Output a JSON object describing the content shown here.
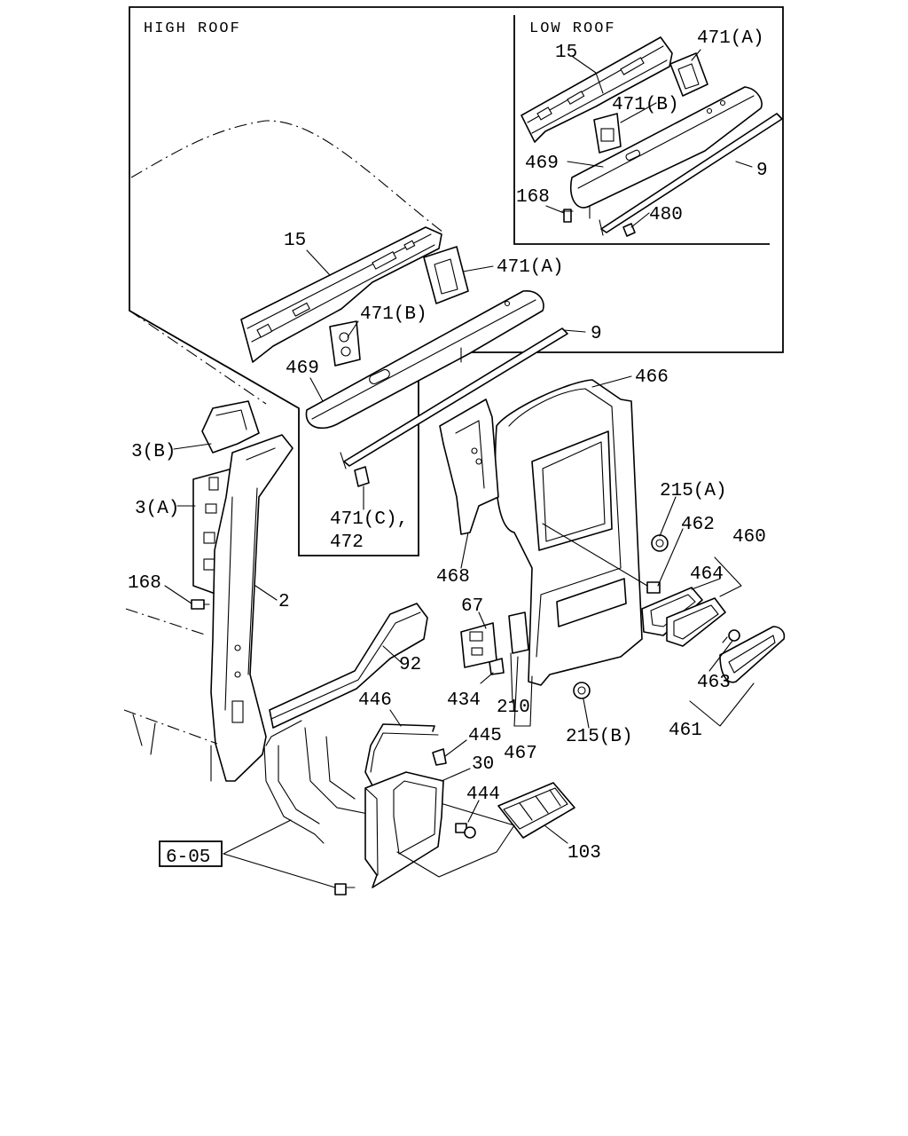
{
  "titles": {
    "high_roof": "HIGH ROOF",
    "low_roof": "LOW ROOF"
  },
  "ref_box": "6-05",
  "labels": {
    "lr_15": "15",
    "lr_471a": "471(A)",
    "lr_471b": "471(B)",
    "lr_469": "469",
    "lr_9": "9",
    "lr_168": "168",
    "lr_480": "480",
    "hr_15": "15",
    "hr_471a": "471(A)",
    "hr_471b": "471(B)",
    "hr_9": "9",
    "hr_469": "469",
    "p466": "466",
    "p3b": "3(B)",
    "p3a": "3(A)",
    "p168": "168",
    "p2": "2",
    "p471c": "471(C),",
    "p472": "472",
    "p468": "468",
    "p215a": "215(A)",
    "p462": "462",
    "p460": "460",
    "p464": "464",
    "p67": "67",
    "p92": "92",
    "p463": "463",
    "p434": "434",
    "p210": "210",
    "p215b": "215(B)",
    "p461": "461",
    "p446": "446",
    "p445": "445",
    "p467": "467",
    "p30": "30",
    "p444": "444",
    "p103": "103"
  }
}
